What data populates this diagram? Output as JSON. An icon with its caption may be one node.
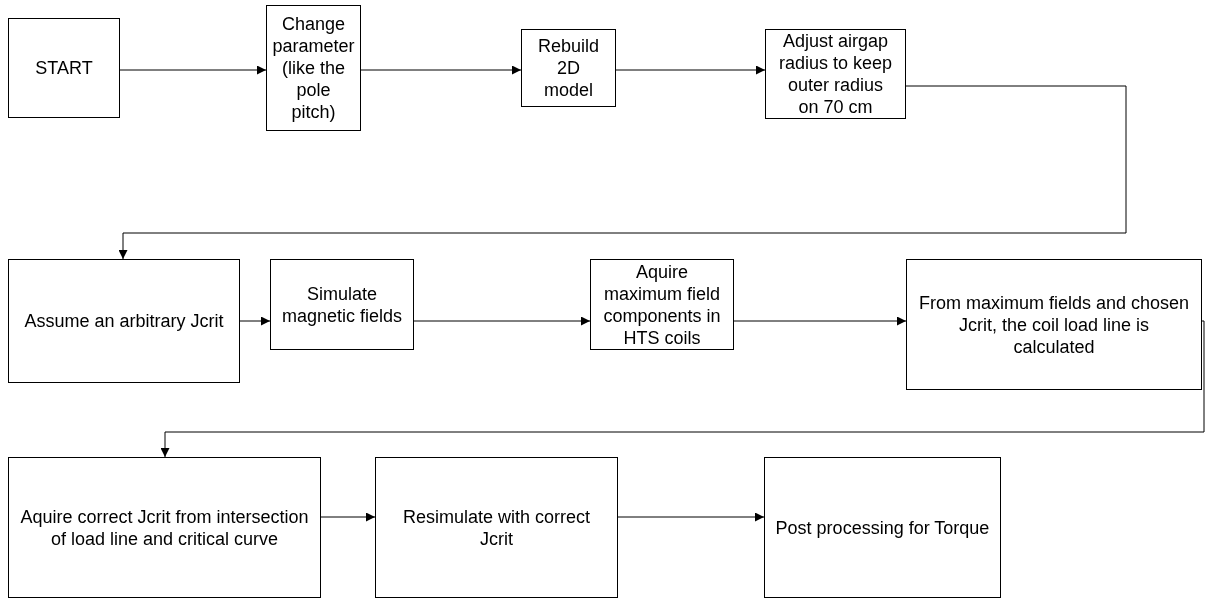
{
  "diagram": {
    "nodes": [
      {
        "text": [
          "START"
        ]
      },
      {
        "text": [
          "Change parameter (like the pole pitch)"
        ]
      },
      {
        "text": [
          "Rebuild 2D model"
        ]
      },
      {
        "text": [
          "Adjust airgap radius to keep outer radius on 70 cm"
        ]
      },
      {
        "text": [
          "Assume an arbitrary Jcrit"
        ]
      },
      {
        "text": [
          "Simulate magnetic fields"
        ]
      },
      {
        "text": [
          "Aquire maximum field components in HTS coils"
        ]
      },
      {
        "text": [
          "From maximum fields and chosen Jcrit, the coil load line is calculated"
        ]
      },
      {
        "text": [
          "Aquire correct Jcrit from intersection of load line and critical curve"
        ]
      },
      {
        "text": [
          "Resimulate with correct Jcrit"
        ]
      },
      {
        "text": [
          "Post processing for Torque"
        ]
      }
    ],
    "edges": [
      {
        "from": 0,
        "to": 1,
        "arrow": "to"
      },
      {
        "from": 1,
        "to": 2,
        "arrow": "to"
      },
      {
        "from": 2,
        "to": 3,
        "arrow": "to"
      },
      {
        "from": 3,
        "to": 4,
        "arrow": "to"
      },
      {
        "from": 4,
        "to": 5,
        "arrow": "to"
      },
      {
        "from": 5,
        "to": 6,
        "arrow": "to"
      },
      {
        "from": 6,
        "to": 7,
        "arrow": "to"
      },
      {
        "from": 7,
        "to": 8,
        "arrow": "to"
      },
      {
        "from": 8,
        "to": 9,
        "arrow": "to"
      },
      {
        "from": 9,
        "to": 10,
        "arrow": "to"
      }
    ]
  }
}
